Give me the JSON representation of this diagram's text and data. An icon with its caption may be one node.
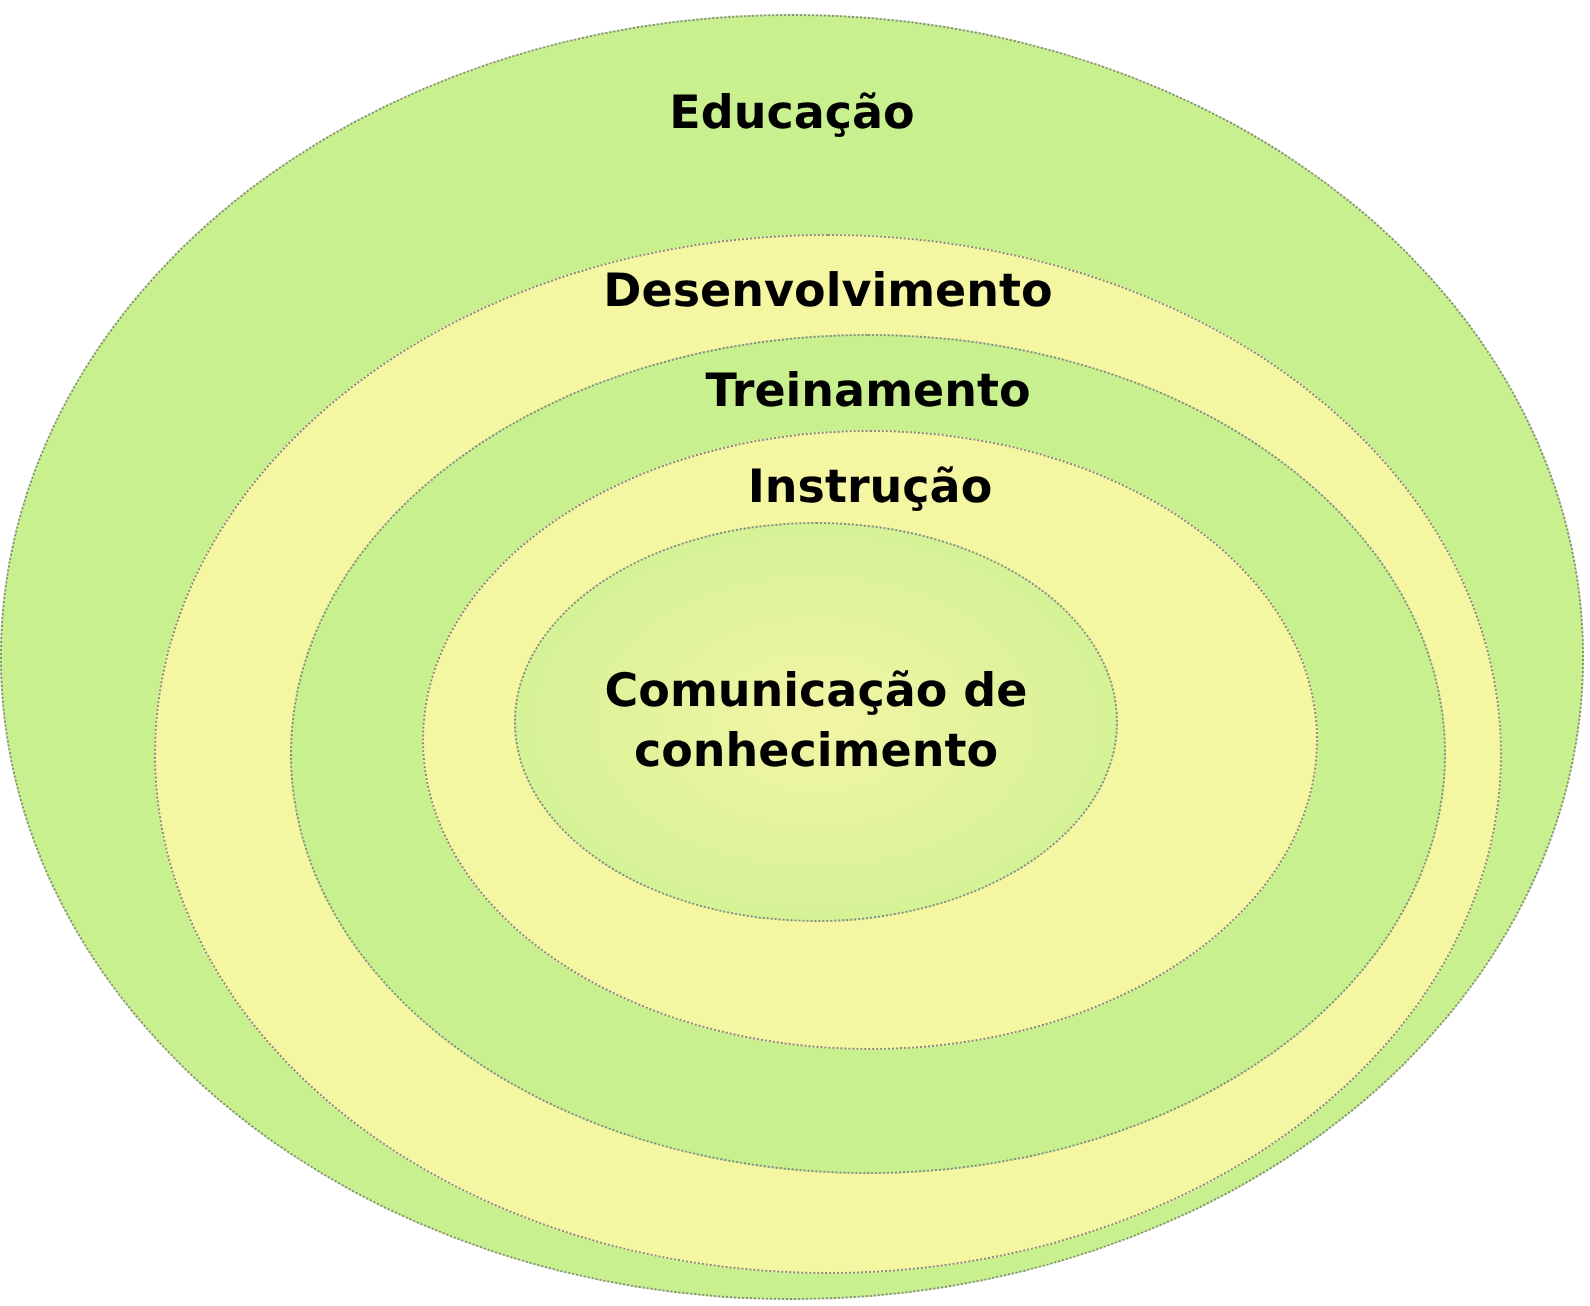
{
  "diagram": {
    "nodes": [
      {
        "text": [
          "Educação"
        ]
      },
      {
        "text": [
          "Desenvolvimento"
        ],
        "in": 0
      },
      {
        "text": [
          "Treinamento"
        ],
        "in": 1
      },
      {
        "text": [
          "Instrução"
        ],
        "in": 2
      },
      {
        "text": [
          "Comunicação de conhecimento"
        ],
        "in": 3
      }
    ]
  }
}
